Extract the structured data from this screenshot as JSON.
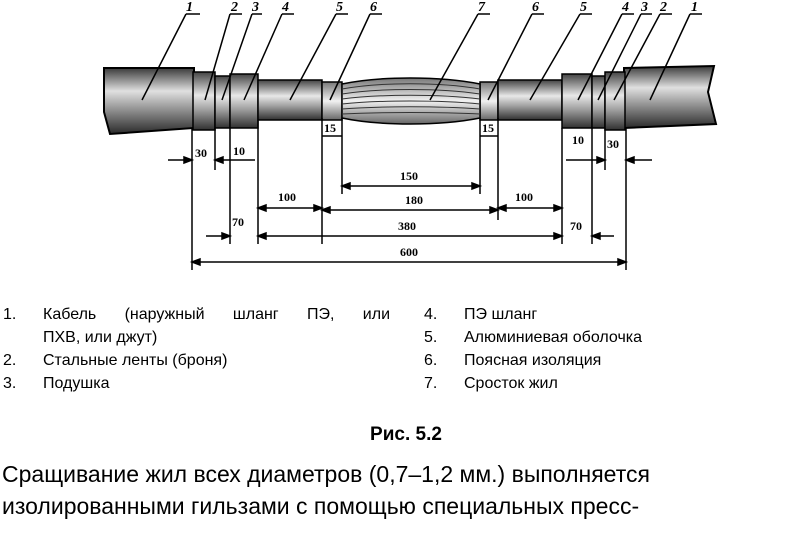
{
  "diagram": {
    "callouts_left": [
      "1",
      "2",
      "3",
      "4",
      "5",
      "6"
    ],
    "callout_center": "7",
    "callouts_right": [
      "6",
      "5",
      "4",
      "3",
      "2",
      "1"
    ],
    "dimensions": {
      "d30_left": "30",
      "d10_left": "10",
      "d15_left": "15",
      "d15_right": "15",
      "d150": "150",
      "d100_left": "100",
      "d180": "180",
      "d100_right": "100",
      "d10_right": "10",
      "d30_right": "30",
      "d70_left": "70",
      "d380": "380",
      "d70_right": "70",
      "d600": "600"
    }
  },
  "legend": {
    "left": [
      {
        "num": "1.",
        "line1": "Кабель (наружный шланг ПЭ, или",
        "line2": "ПХВ, или джут)"
      },
      {
        "num": "2.",
        "text": "Стальные ленты (броня)"
      },
      {
        "num": "3.",
        "text": "Подушка"
      }
    ],
    "right": [
      {
        "num": "4.",
        "text": "ПЭ шланг"
      },
      {
        "num": "5.",
        "text": "Алюминиевая оболочка"
      },
      {
        "num": "6.",
        "text": "Поясная изоляция"
      },
      {
        "num": "7.",
        "text": "Сросток жил"
      }
    ]
  },
  "caption": "Рис. 5.2",
  "body": {
    "line1": "Сращивание жил всех диаметров (0,7–1,2 мм.) выполняется",
    "line2": "изолированными гильзами с помощью специальных пресс-"
  }
}
